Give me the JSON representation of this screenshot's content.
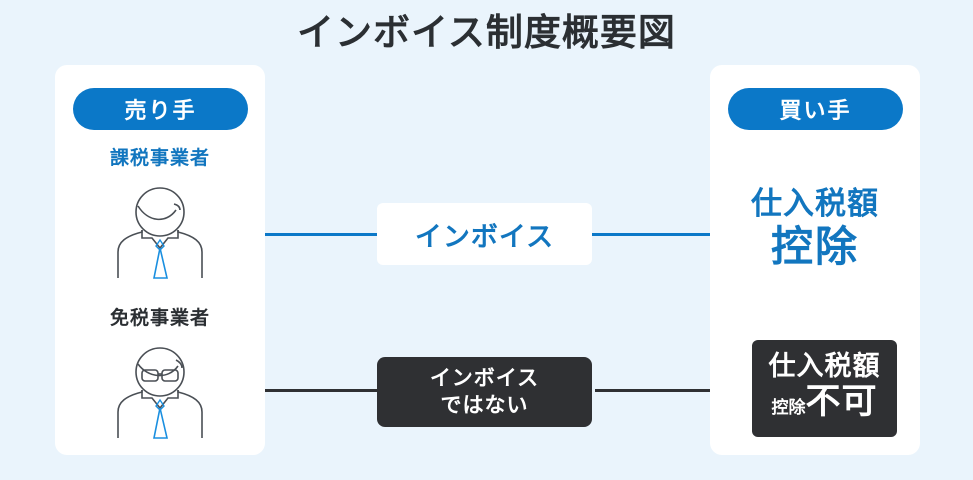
{
  "title": "インボイス制度概要図",
  "colors": {
    "background": "#eaf4fc",
    "panel": "#ffffff",
    "brand_blue": "#0b78c8",
    "text_blue": "#1276bf",
    "dark": "#2f3033"
  },
  "seller": {
    "badge": "売り手",
    "parties": [
      {
        "label": "課税事業者",
        "icon": "person-icon",
        "style": "blue"
      },
      {
        "label": "免税事業者",
        "icon": "person-with-glasses-icon",
        "style": "dark"
      }
    ]
  },
  "buyer": {
    "badge": "買い手",
    "outcomes": [
      {
        "line1": "仕入税額",
        "line2": "控除"
      },
      {
        "row1": "仕入税額",
        "small": "控除",
        "big": "不可"
      }
    ]
  },
  "flows": [
    {
      "label": "インボイス",
      "style": "white-box-blue-text",
      "arrow": "arrow-right-icon"
    },
    {
      "label_line1": "インボイス",
      "label_line2": "ではない",
      "style": "dark-box-white-text",
      "arrow": "arrow-right-icon"
    }
  ]
}
